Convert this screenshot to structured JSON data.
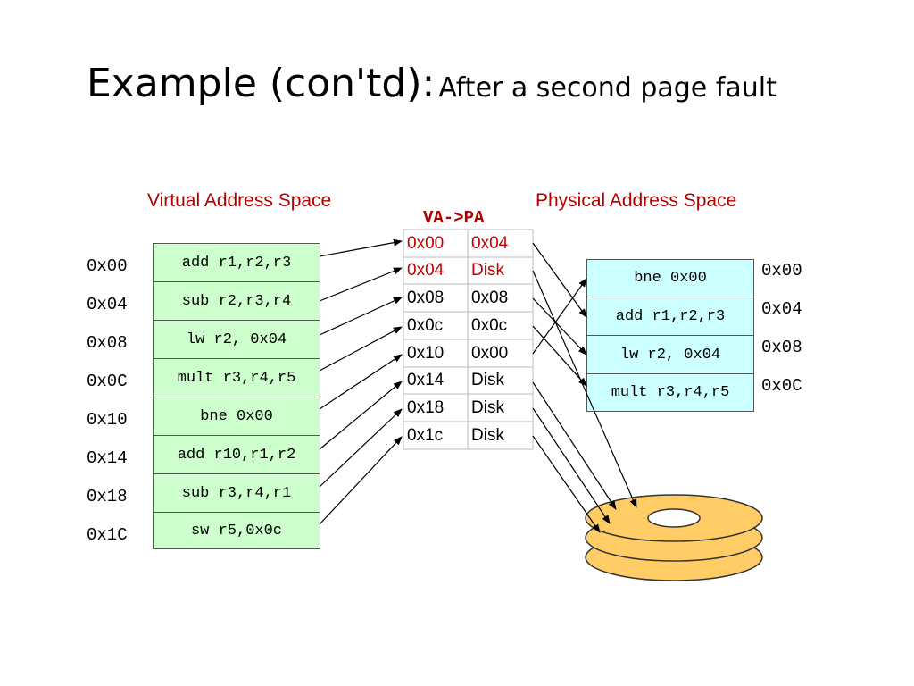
{
  "title": {
    "main": "Example (con'td):",
    "sub": "After a second page fault"
  },
  "virtual_space": {
    "heading": "Virtual Address Space",
    "addresses": [
      "0x00",
      "0x04",
      "0x08",
      "0x0C",
      "0x10",
      "0x14",
      "0x18",
      "0x1C"
    ],
    "instructions": [
      "add r1,r2,r3",
      "sub r2,r3,r4",
      "lw r2, 0x04",
      "mult r3,r4,r5",
      "bne 0x00",
      "add r10,r1,r2",
      "sub r3,r4,r1",
      "sw r5,0x0c"
    ]
  },
  "page_table": {
    "heading": "VA->PA",
    "rows": [
      {
        "va": "0x00",
        "pa": "0x04",
        "highlight": true
      },
      {
        "va": "0x04",
        "pa": "Disk",
        "highlight": true
      },
      {
        "va": "0x08",
        "pa": "0x08",
        "highlight": false
      },
      {
        "va": "0x0c",
        "pa": "0x0c",
        "highlight": false
      },
      {
        "va": "0x10",
        "pa": "0x00",
        "highlight": false
      },
      {
        "va": "0x14",
        "pa": "Disk",
        "highlight": false
      },
      {
        "va": "0x18",
        "pa": "Disk",
        "highlight": false
      },
      {
        "va": "0x1c",
        "pa": "Disk",
        "highlight": false
      }
    ]
  },
  "physical_space": {
    "heading": "Physical Address Space",
    "addresses": [
      "0x00",
      "0x04",
      "0x08",
      "0x0C"
    ],
    "instructions": [
      "bne 0x00",
      "add r1,r2,r3",
      "lw r2, 0x04",
      "mult r3,r4,r5"
    ]
  },
  "colors": {
    "virtual_fill": "#ccffcc",
    "physical_fill": "#ccffff",
    "heading_red": "#b00000",
    "disk_fill": "#ffcc66"
  },
  "disk": {
    "icon": "disk-stack-icon"
  }
}
